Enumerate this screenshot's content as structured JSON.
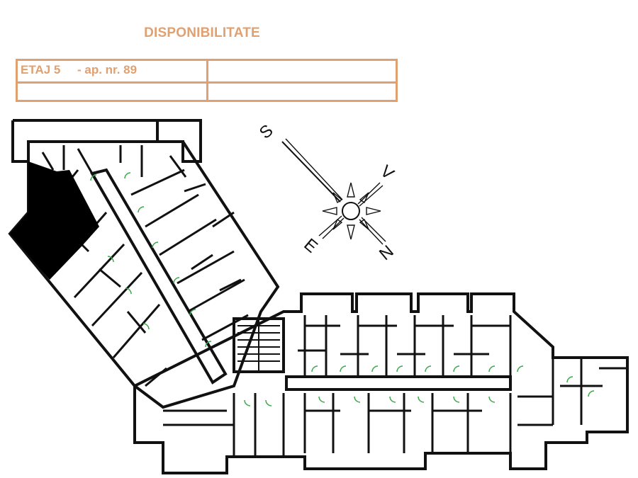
{
  "page": {
    "title": "DISPONIBILITATE"
  },
  "info_table": {
    "rows": [
      [
        "ETAJ 5     - ap. nr. 89",
        ""
      ],
      [
        "",
        ""
      ]
    ]
  },
  "compass": {
    "labels": {
      "s": "S",
      "v": "V",
      "e": "E",
      "n": "N"
    }
  },
  "colors": {
    "accent": "#E0A070",
    "lines": "#111111",
    "doors": "#3aa84a",
    "highlight": "#000000"
  }
}
